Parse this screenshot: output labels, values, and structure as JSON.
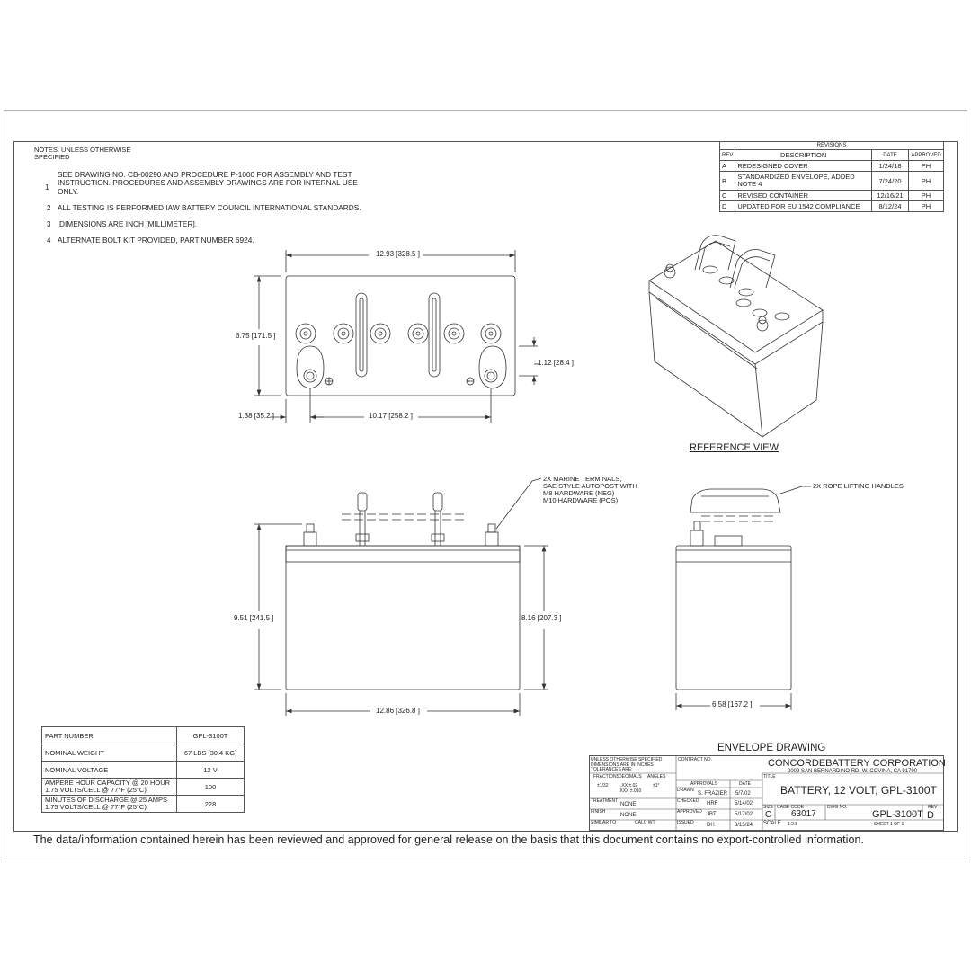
{
  "notes": {
    "header": "NOTES: UNLESS OTHERWISE SPECIFIED",
    "items": [
      {
        "num": "1",
        "text": "SEE DRAWING NO. CB-00290 AND PROCEDURE P-1000 FOR ASSEMBLY AND TEST INSTRUCTION. PROCEDURES AND ASSEMBLY DRAWINGS ARE FOR INTERNAL USE ONLY."
      },
      {
        "num": "2",
        "text": "ALL TESTING IS PERFORMED IAW BATTERY COUNCIL INTERNATIONAL STANDARDS."
      },
      {
        "num": "3",
        "text": "DIMENSIONS ARE INCH [MILLIMETER]."
      },
      {
        "num": "4",
        "text": "ALTERNATE BOLT KIT PROVIDED, PART NUMBER 6924."
      }
    ]
  },
  "revisions": {
    "title": "REVISIONS",
    "headers": {
      "rev": "REV",
      "description": "DESCRIPTION",
      "date": "DATE",
      "approved": "APPROVED"
    },
    "rows": [
      {
        "rev": "A",
        "description": "REDESIGNED COVER",
        "date": "1/24/18",
        "approved": "PH"
      },
      {
        "rev": "B",
        "description": "STANDARDIZED ENVELOPE, ADDED NOTE 4",
        "date": "7/24/20",
        "approved": "PH"
      },
      {
        "rev": "C",
        "description": "REVISED CONTAINER",
        "date": "12/16/21",
        "approved": "PH"
      },
      {
        "rev": "D",
        "description": "UPDATED FOR EU 1542 COMPLIANCE",
        "date": "8/12/24",
        "approved": "PH"
      }
    ]
  },
  "dimensions": {
    "top_width": "12.93 [328.5 ]",
    "top_height": "6.75 [171.5 ]",
    "terminal_offset": "1.12 [28.4 ]",
    "left_offset": "1.38 [35.2 ]",
    "terminal_spacing": "10.17 [258.2 ]",
    "front_height": "9.51 [241.5 ]",
    "case_height": "8.16 [207.3 ]",
    "front_width": "12.86 [326.8 ]",
    "side_width": "6.58 [167.2 ]"
  },
  "callouts": {
    "terminals": [
      "2X MARINE TERMINALS,",
      "SAE STYLE AUTOPOST WITH",
      "M8 HARDWARE (NEG)",
      "M10 HARDWARE (POS)"
    ],
    "handles": "2X ROPE LIFTING HANDLES"
  },
  "labels": {
    "reference_view": "REFERENCE VIEW",
    "envelope_drawing": "ENVELOPE DRAWING"
  },
  "specs": [
    {
      "label": "PART NUMBER",
      "value": "GPL-3100T"
    },
    {
      "label": "NOMINAL WEIGHT",
      "value": "67 LBS [30.4 KG]"
    },
    {
      "label": "NOMINAL VOLTAGE",
      "value": "12 V"
    },
    {
      "label": "AMPERE HOUR CAPACITY @ 20 HOUR 1.75 VOLTS/CELL @ 77°F (25°C)",
      "value": "100"
    },
    {
      "label": "MINUTES OF DISCHARGE @ 25 AMPS 1.75 VOLTS/CELL @ 77°F (25°C)",
      "value": "228"
    }
  ],
  "title_block": {
    "tolerance_note": "UNLESS OTHERWISE SPECIFIED DIMENSIONS ARE IN INCHES TOLERANCES ARE:",
    "fractions": "FRACTIONS",
    "decimals": "DECIMALS",
    "angles": "ANGLES",
    "frac_val": "±1/32",
    "dec_val1": ".XX ±.02",
    "dec_val2": ".XXX ±.010",
    "ang_val": "±1°",
    "contract_no": "CONTRACT NO.",
    "approvals": "APPROVALS",
    "date": "DATE",
    "drawn_label": "DRAWN",
    "drawn_name": "S. FRAZIER",
    "drawn_date": "5/7/02",
    "checked_label": "CHECKED",
    "checked_name": "HRF",
    "checked_date": "5/14/02",
    "approved_label": "APPROVED",
    "approved_name": "JBT",
    "approved_date": "5/17/02",
    "issued_label": "ISSUED",
    "issued_name": "DH",
    "issued_date": "8/15/24",
    "treatment_label": "TREATMENT",
    "treatment_val": "NONE",
    "finish_label": "FINISH",
    "finish_val": "NONE",
    "similar_to": "SIMILAR TO",
    "calc_wt": "CALC WT",
    "company": "CONCORDEBATTERY CORPORATION",
    "address": "2009 SAN BERNARDINO RD, W. COVINA, CA 91790",
    "title_label": "TITLE",
    "title": "BATTERY, 12 VOLT, GPL-3100T",
    "size_label": "SIZE",
    "size": "C",
    "cage_label": "CAGE CODE",
    "cage": "63017",
    "dwg_label": "DWG NO.",
    "dwg_no": "GPL-3100T",
    "rev_label": "REV",
    "rev": "D",
    "scale_label": "SCALE",
    "scale": "1:2.5",
    "sheet": "SHEET 1 OF 1"
  },
  "footer": "The data/information contained herein has been reviewed and approved for general release on the basis that this document contains no export-controlled information."
}
